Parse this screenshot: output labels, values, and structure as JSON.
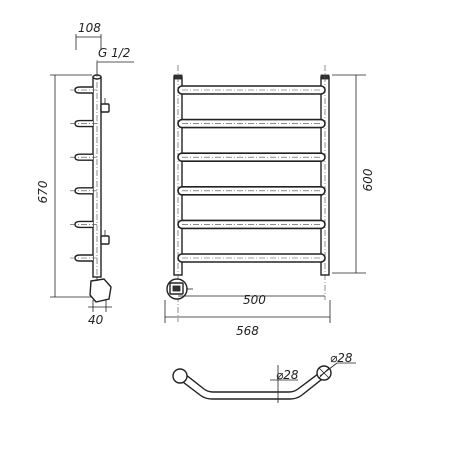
{
  "dimensions": {
    "connection_offset": "108",
    "thread": "G 1/2",
    "total_height": "670",
    "wall_gap": "40",
    "axis_height": "600",
    "axis_width": "500",
    "total_width": "568",
    "pipe_diameter_left": "⌀28",
    "pipe_diameter_right": "⌀28"
  },
  "counts": {
    "rungs": 6
  },
  "colors": {
    "line": "#222222",
    "background": "#ffffff"
  }
}
